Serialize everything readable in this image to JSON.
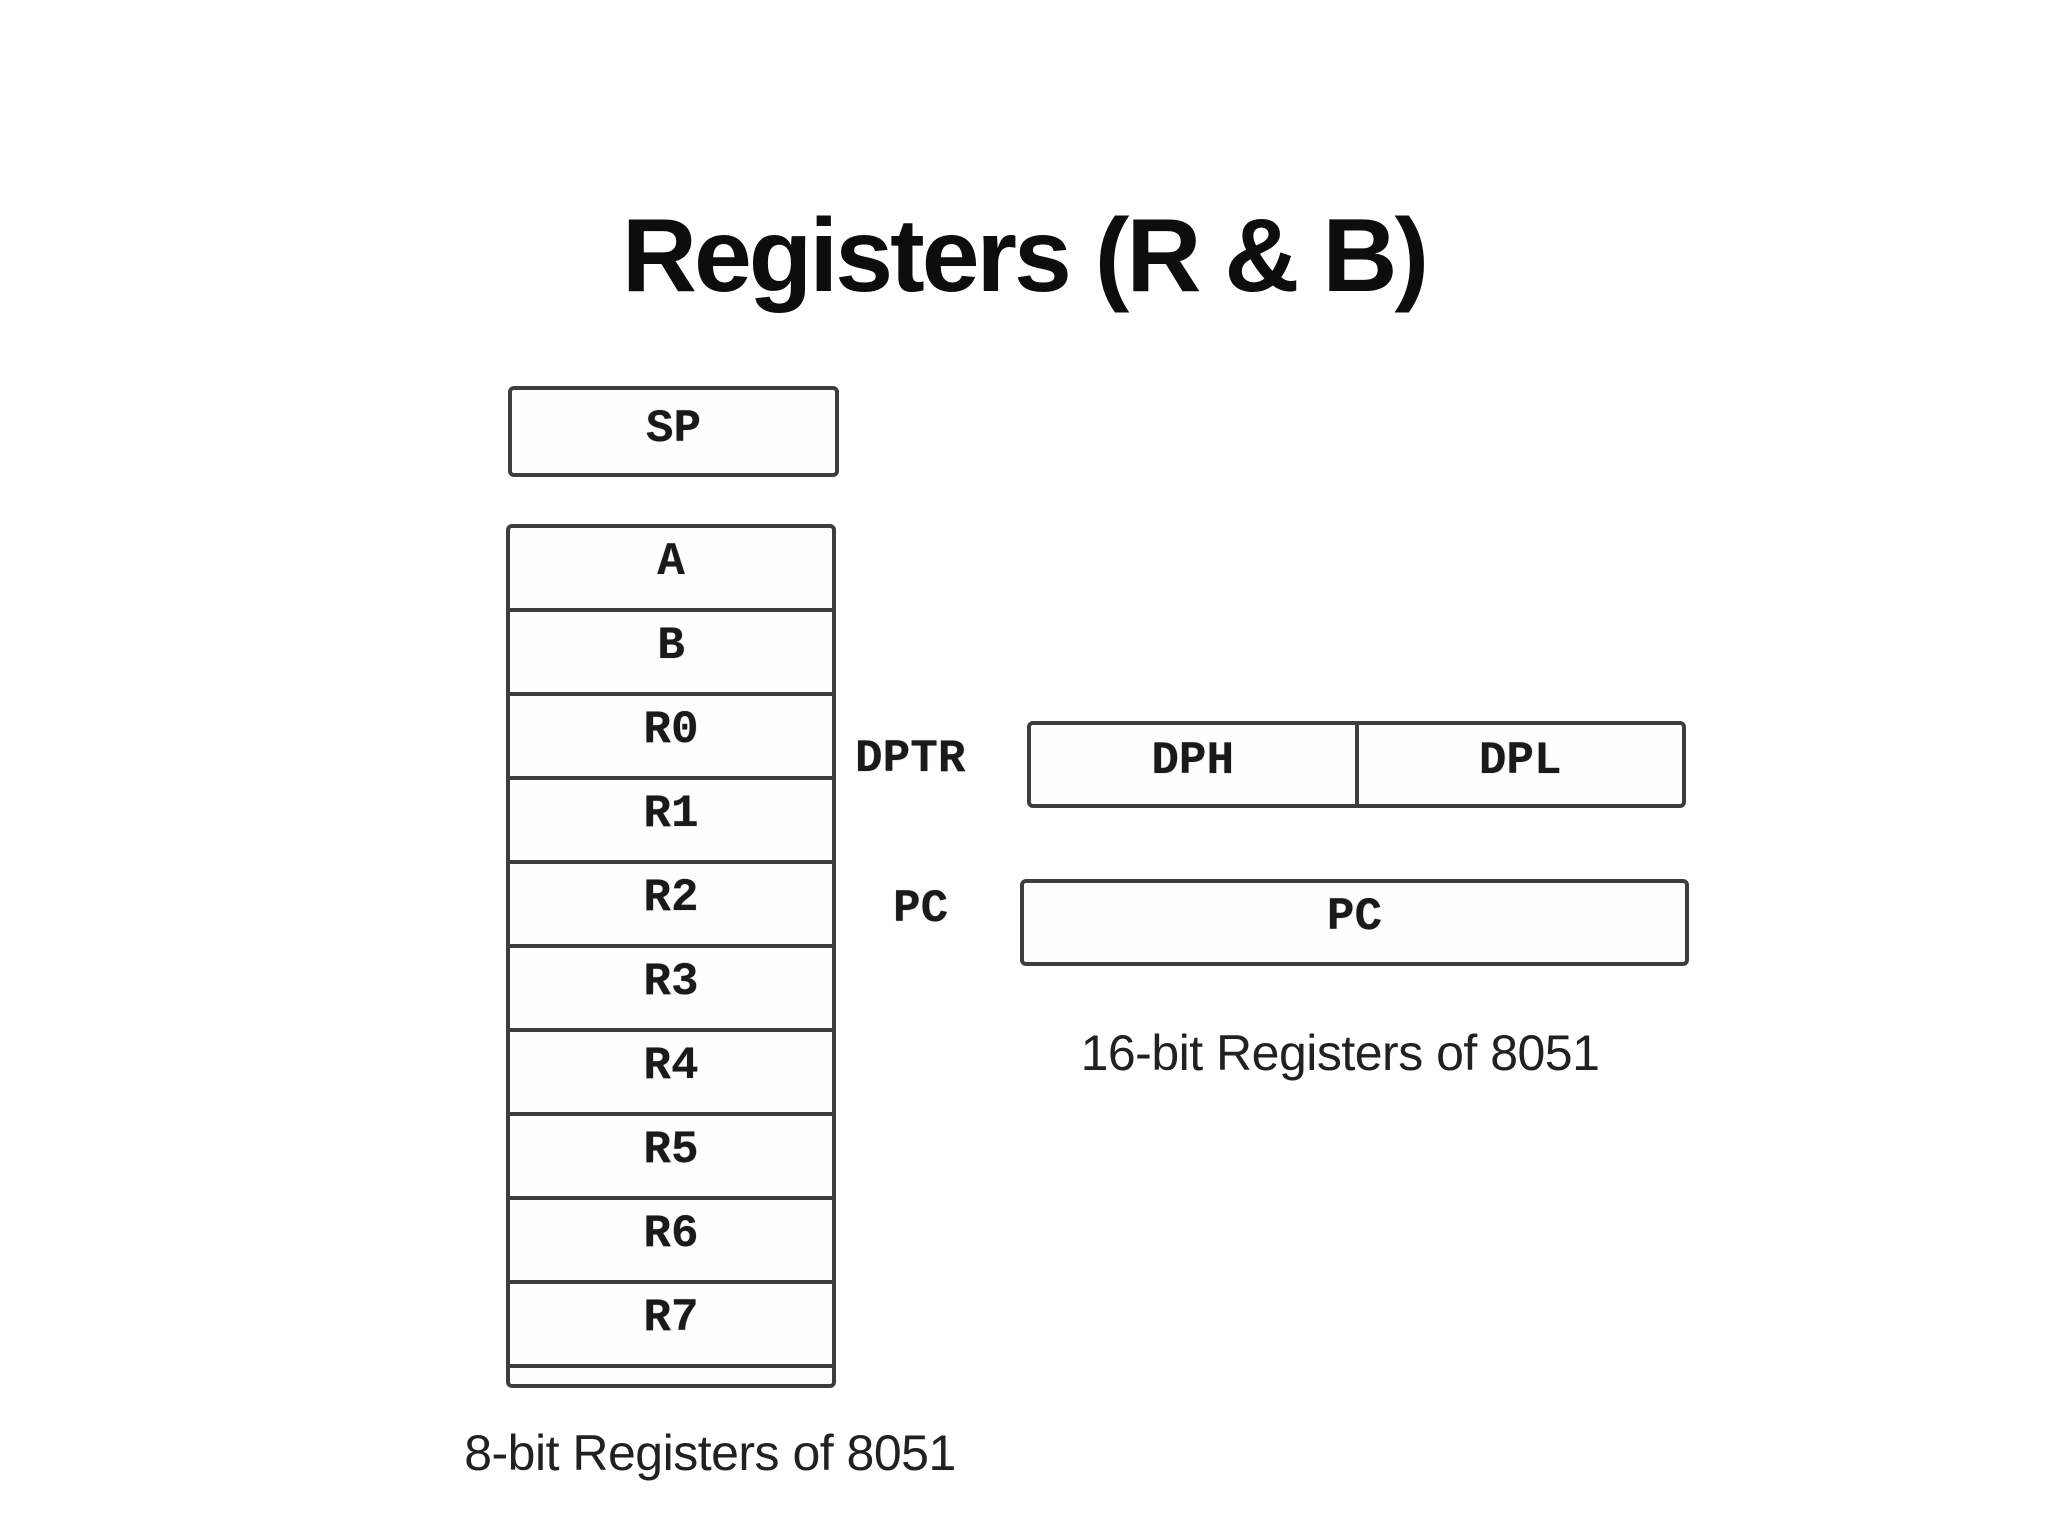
{
  "title": "Registers (R & B)",
  "diagram": {
    "sp_label": "SP",
    "stack_rows": [
      "A",
      "B",
      "R0",
      "R1",
      "R2",
      "R3",
      "R4",
      "R5",
      "R6",
      "R7"
    ],
    "dptr_label": "DPTR",
    "dph_label": "DPH",
    "dpl_label": "DPL",
    "pc_pointer_label": "PC",
    "pc_box_label": "PC",
    "caption_8bit": "8-bit Registers of 8051",
    "caption_16bit": "16-bit Registers of 8051"
  },
  "colors": {
    "background": "#ffffff",
    "box_border": "#3d3d3d",
    "register_text": "#1a1a1a",
    "title_text": "#0d0d0d",
    "caption_text": "#212121"
  }
}
